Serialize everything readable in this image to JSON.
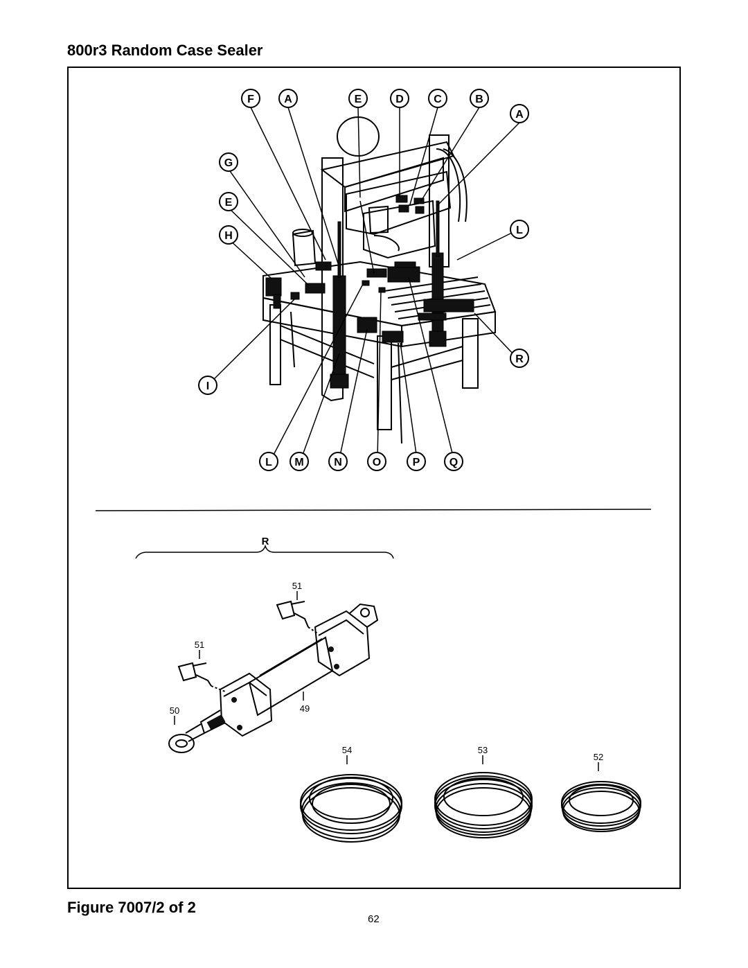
{
  "page": {
    "title": "800r3 Random Case Sealer",
    "figure_caption": "Figure 7007/2 of 2",
    "page_number": "62"
  },
  "diagram": {
    "top_callouts": [
      "F",
      "A",
      "E",
      "D",
      "C",
      "B",
      "A"
    ],
    "left_callouts": [
      "G",
      "E",
      "H",
      "I"
    ],
    "right_callouts": [
      "L",
      "R"
    ],
    "bottom_callouts": [
      "L",
      "M",
      "N",
      "O",
      "P",
      "Q"
    ],
    "detail_bracket_label": "R",
    "part_numbers": [
      "51",
      "51",
      "50",
      "49",
      "54",
      "53",
      "52"
    ]
  }
}
